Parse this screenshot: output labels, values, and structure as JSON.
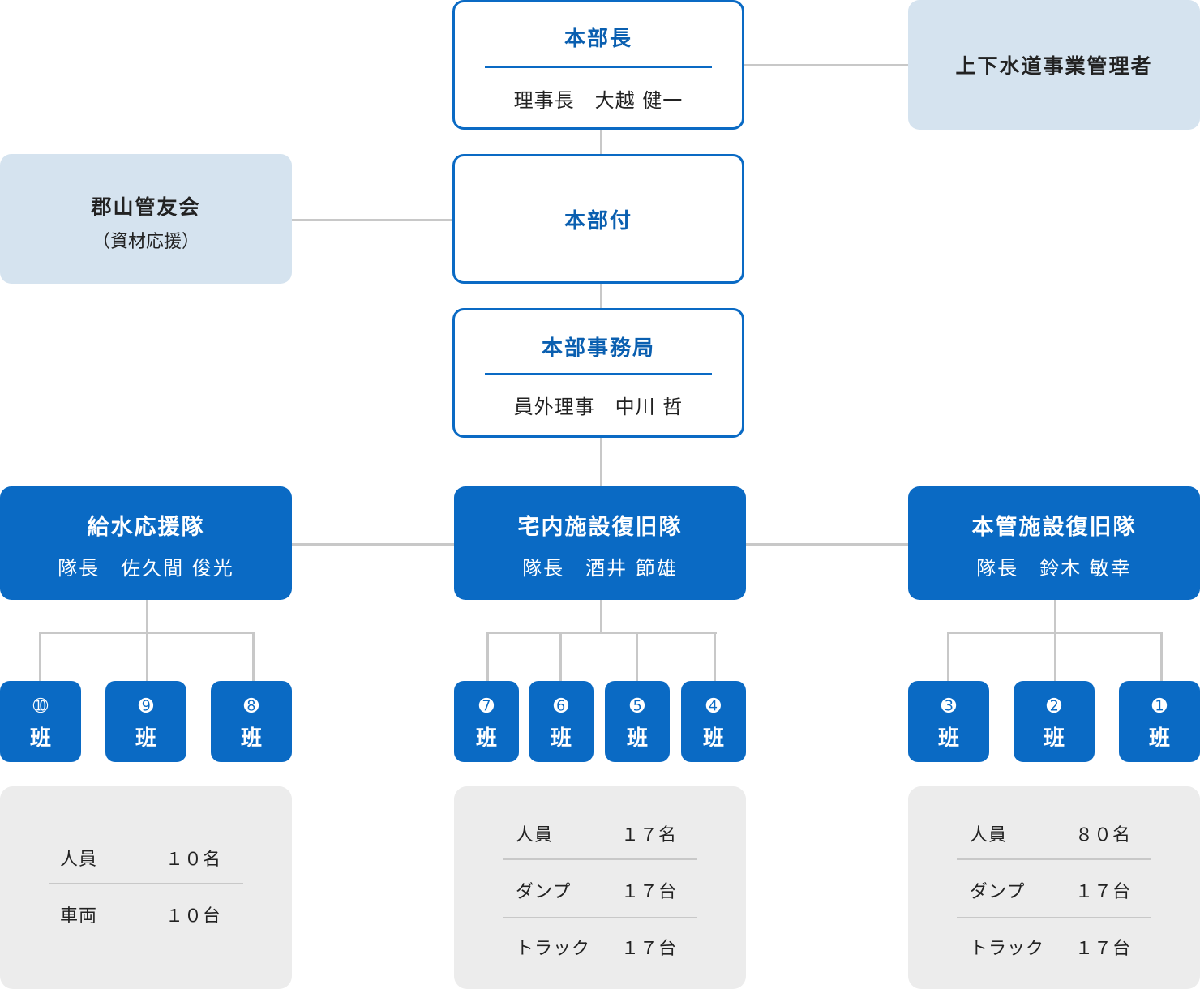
{
  "headquarters": {
    "chief_title": "本部長",
    "chief_name": "理事長　大越 健一",
    "attached_title": "本部付",
    "office_title": "本部事務局",
    "office_name": "員外理事　中川 哲"
  },
  "external": {
    "water_manager": "上下水道事業管理者",
    "kanyu_name": "郡山管友会",
    "kanyu_note": "（資材応援）"
  },
  "teams": [
    {
      "title": "給水応援隊",
      "leader": "隊長　佐久間 俊光"
    },
    {
      "title": "宅内施設復旧隊",
      "leader": "隊長　酒井 節雄"
    },
    {
      "title": "本管施設復旧隊",
      "leader": "隊長　鈴木 敏幸"
    }
  ],
  "squads": [
    {
      "num": "➉",
      "label": "班"
    },
    {
      "num": "➒",
      "label": "班"
    },
    {
      "num": "➑",
      "label": "班"
    },
    {
      "num": "➐",
      "label": "班"
    },
    {
      "num": "➏",
      "label": "班"
    },
    {
      "num": "➎",
      "label": "班"
    },
    {
      "num": "➍",
      "label": "班"
    },
    {
      "num": "➌",
      "label": "班"
    },
    {
      "num": "➋",
      "label": "班"
    },
    {
      "num": "➊",
      "label": "班"
    }
  ],
  "resources": [
    {
      "rows": [
        {
          "label": "人員",
          "value": "１０名"
        },
        {
          "label": "車両",
          "value": "１０台"
        }
      ]
    },
    {
      "rows": [
        {
          "label": "人員",
          "value": "１７名"
        },
        {
          "label": "ダンプ",
          "value": "１７台"
        },
        {
          "label": "トラック",
          "value": "１７台"
        }
      ]
    },
    {
      "rows": [
        {
          "label": "人員",
          "value": "８０名"
        },
        {
          "label": "ダンプ",
          "value": "１７台"
        },
        {
          "label": "トラック",
          "value": "１７台"
        }
      ]
    }
  ],
  "colors": {
    "primary": "#0a6ac4",
    "light": "#d5e3ef",
    "grey": "#ececec",
    "line": "#c8c8c8"
  }
}
